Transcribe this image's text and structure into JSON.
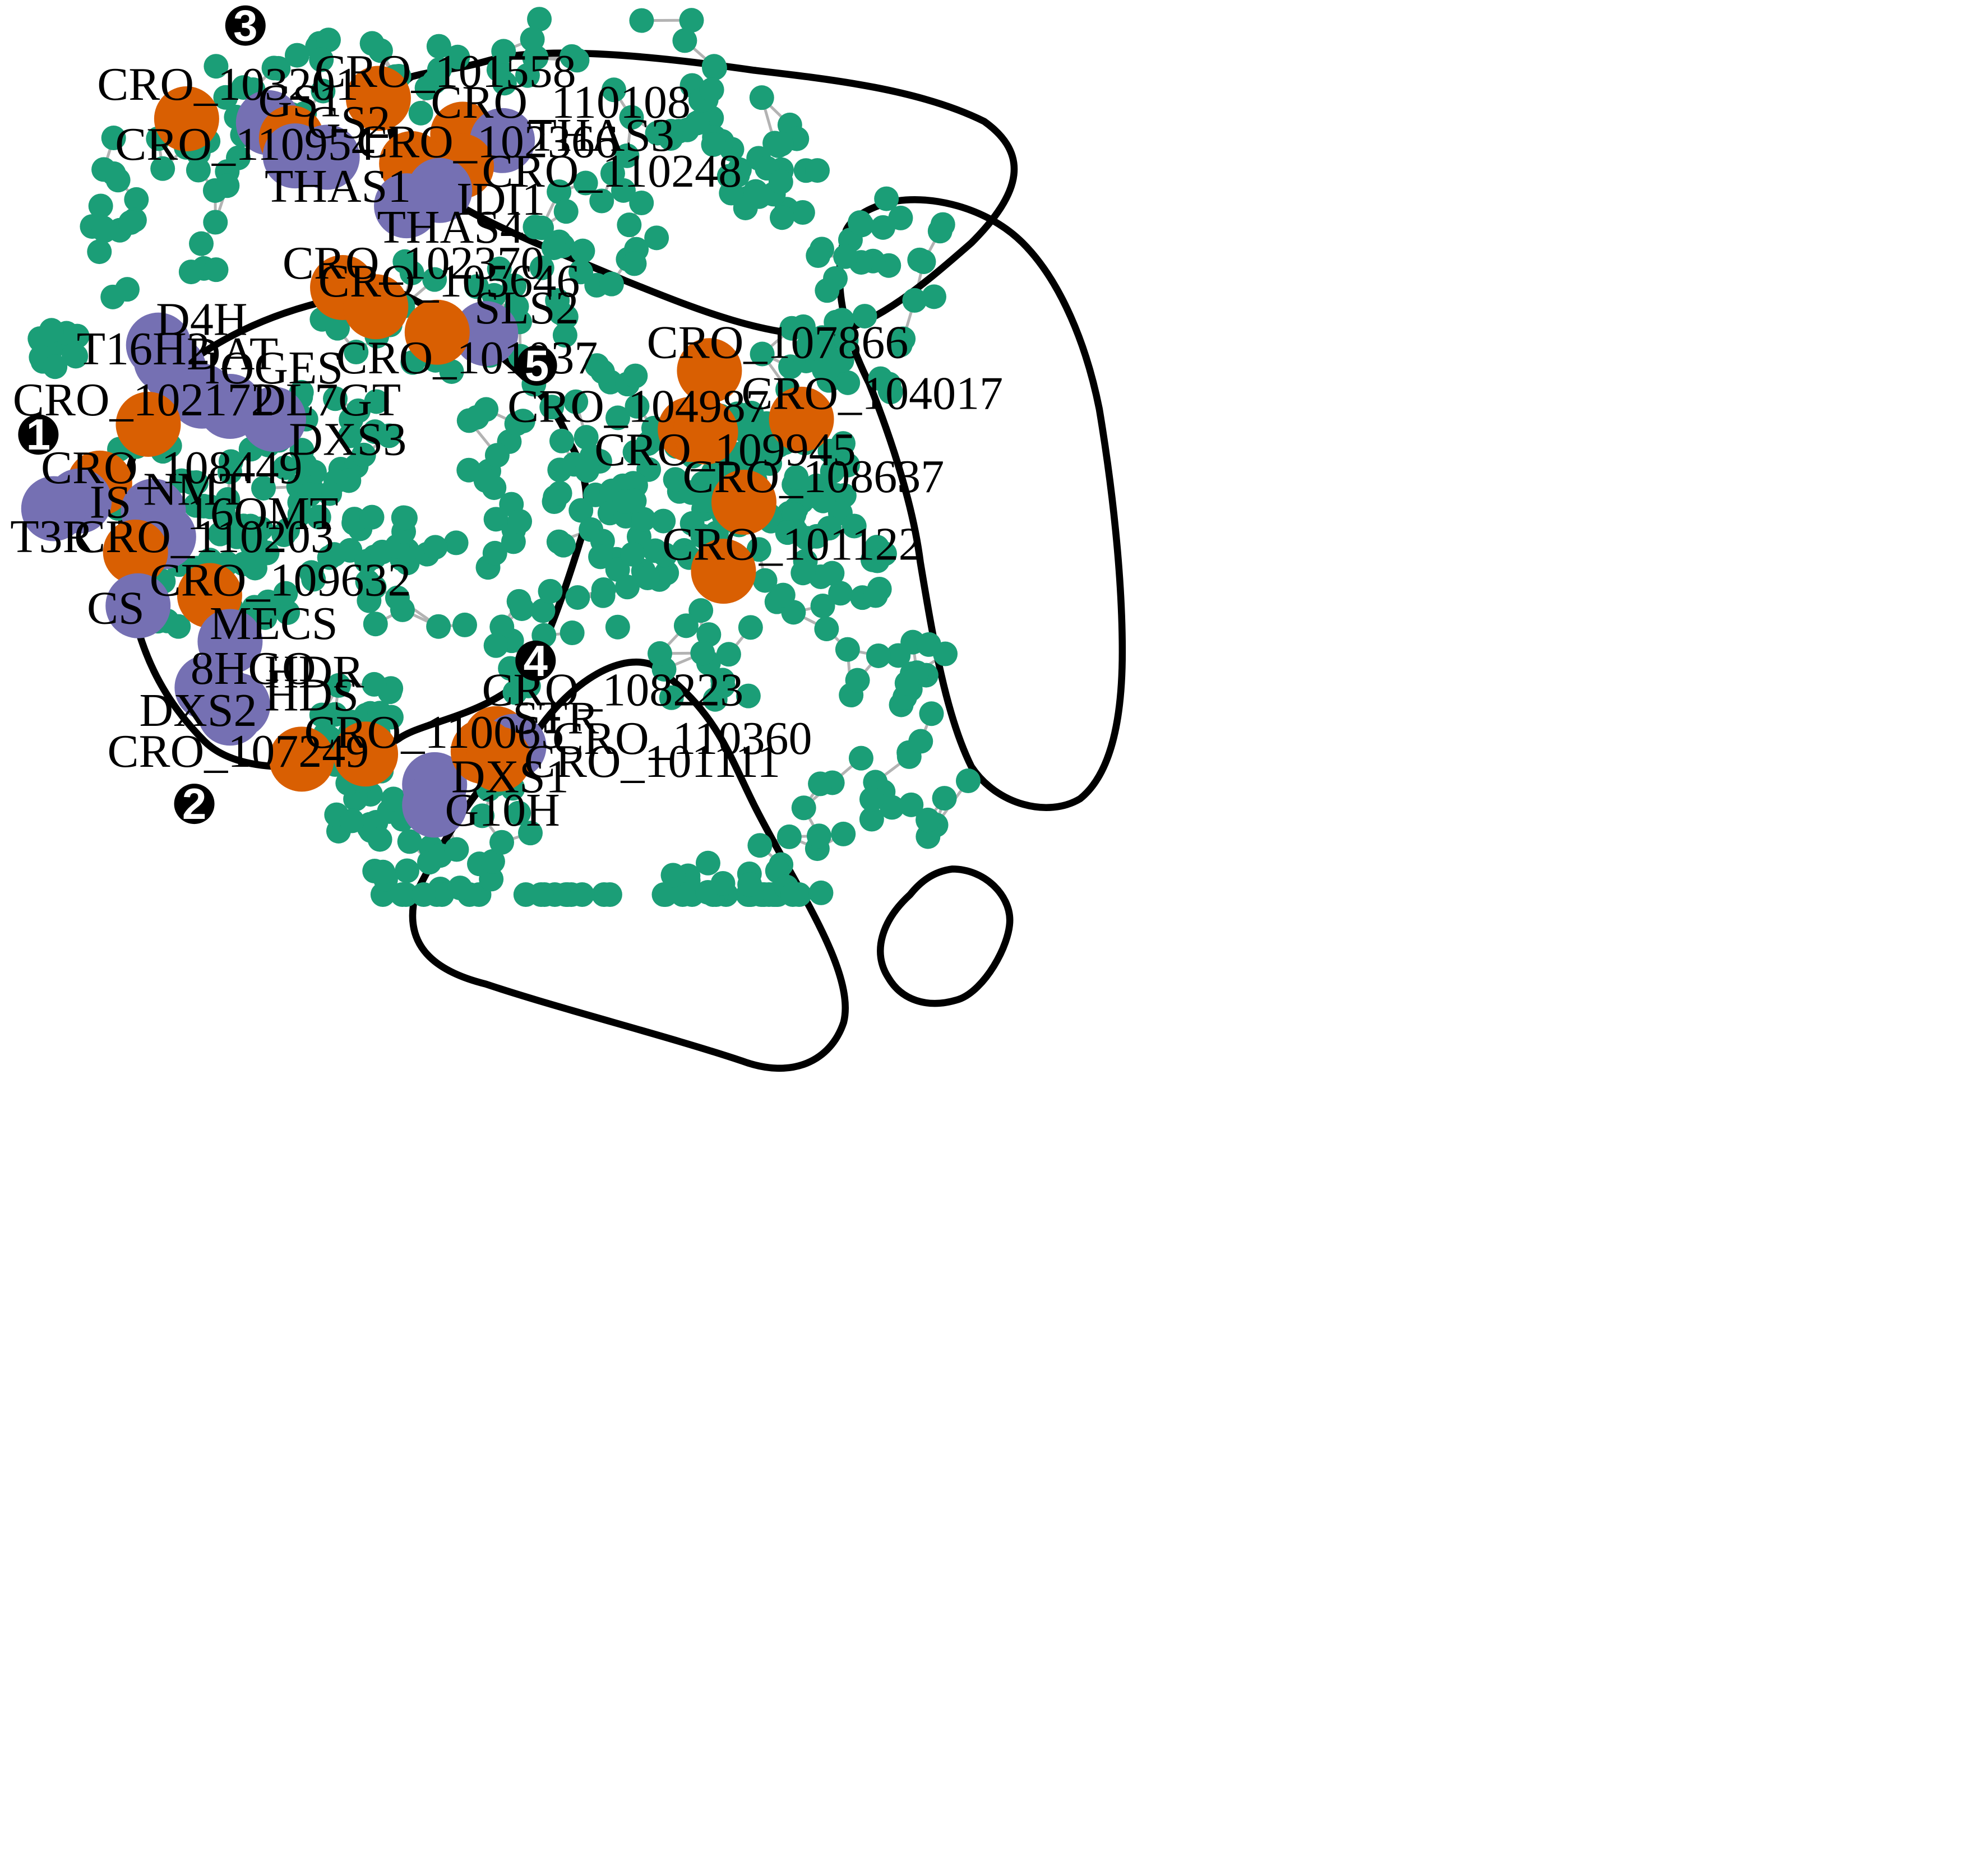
{
  "colors": {
    "background_node": "#1b9e77",
    "labeled_gene_node": "#d95f02",
    "pathway_gene_node": "#7570b3",
    "edge": "#b3b3b3",
    "module_outline": "#000000"
  },
  "modules": [
    {
      "id": "1",
      "label": "1"
    },
    {
      "id": "2",
      "label": "2"
    },
    {
      "id": "3",
      "label": "3"
    },
    {
      "id": "4",
      "label": "4"
    },
    {
      "id": "5",
      "label": "5"
    }
  ],
  "labels": {
    "CRO_103201": "CRO_103201",
    "CRO_101558": "CRO_101558",
    "GS1": "GS1",
    "GS2": "GS2",
    "CRO_110108": "CRO_110108",
    "CRO_110954": "CRO_110954",
    "CRO_102366": "CRO_102366",
    "THAS3": "THAS3",
    "CRO_110248": "CRO_110248",
    "THAS1": "THAS1",
    "IDI1": "IDI1",
    "THAS4": "THAS4",
    "CRO_102370": "CRO_102370",
    "CRO_105646": "CRO_105646",
    "SLS2": "SLS2",
    "CRO_101037": "CRO_101037",
    "D4H": "D4H",
    "T16H2": "T16H2",
    "DAT": "DAT",
    "IOGES": "IOGES",
    "CRO_102172": "CRO_102172",
    "DL7GT": "DL7GT",
    "DXS3": "DXS3",
    "CRO_108449": "CRO_108449",
    "NMT": "NMT",
    "IS": "IS",
    "16OMT": "16OMT",
    "T3R": "T3R",
    "CRO_110203": "CRO_110203",
    "CRO_109632": "CRO_109632",
    "CS": "CS",
    "MECS": "MECS",
    "8HGO": "8HGO",
    "HDR": "HDR",
    "HDS": "HDS",
    "DXS2": "DXS2",
    "CRO_107249": "CRO_107249",
    "CRO_110065": "CRO_110065",
    "DXS1": "DXS1",
    "G10H": "G10H",
    "CRO_108223": "CRO_108223",
    "STR": "STR",
    "CRO_110360": "CRO_110360",
    "CRO_101111": "CRO_101111",
    "CRO_107866": "CRO_107866",
    "CRO_104017": "CRO_104017",
    "CRO_104987": "CRO_104987",
    "CRO_109945": "CRO_109945",
    "CRO_108637": "CRO_108637",
    "CRO_101122": "CRO_101122"
  }
}
